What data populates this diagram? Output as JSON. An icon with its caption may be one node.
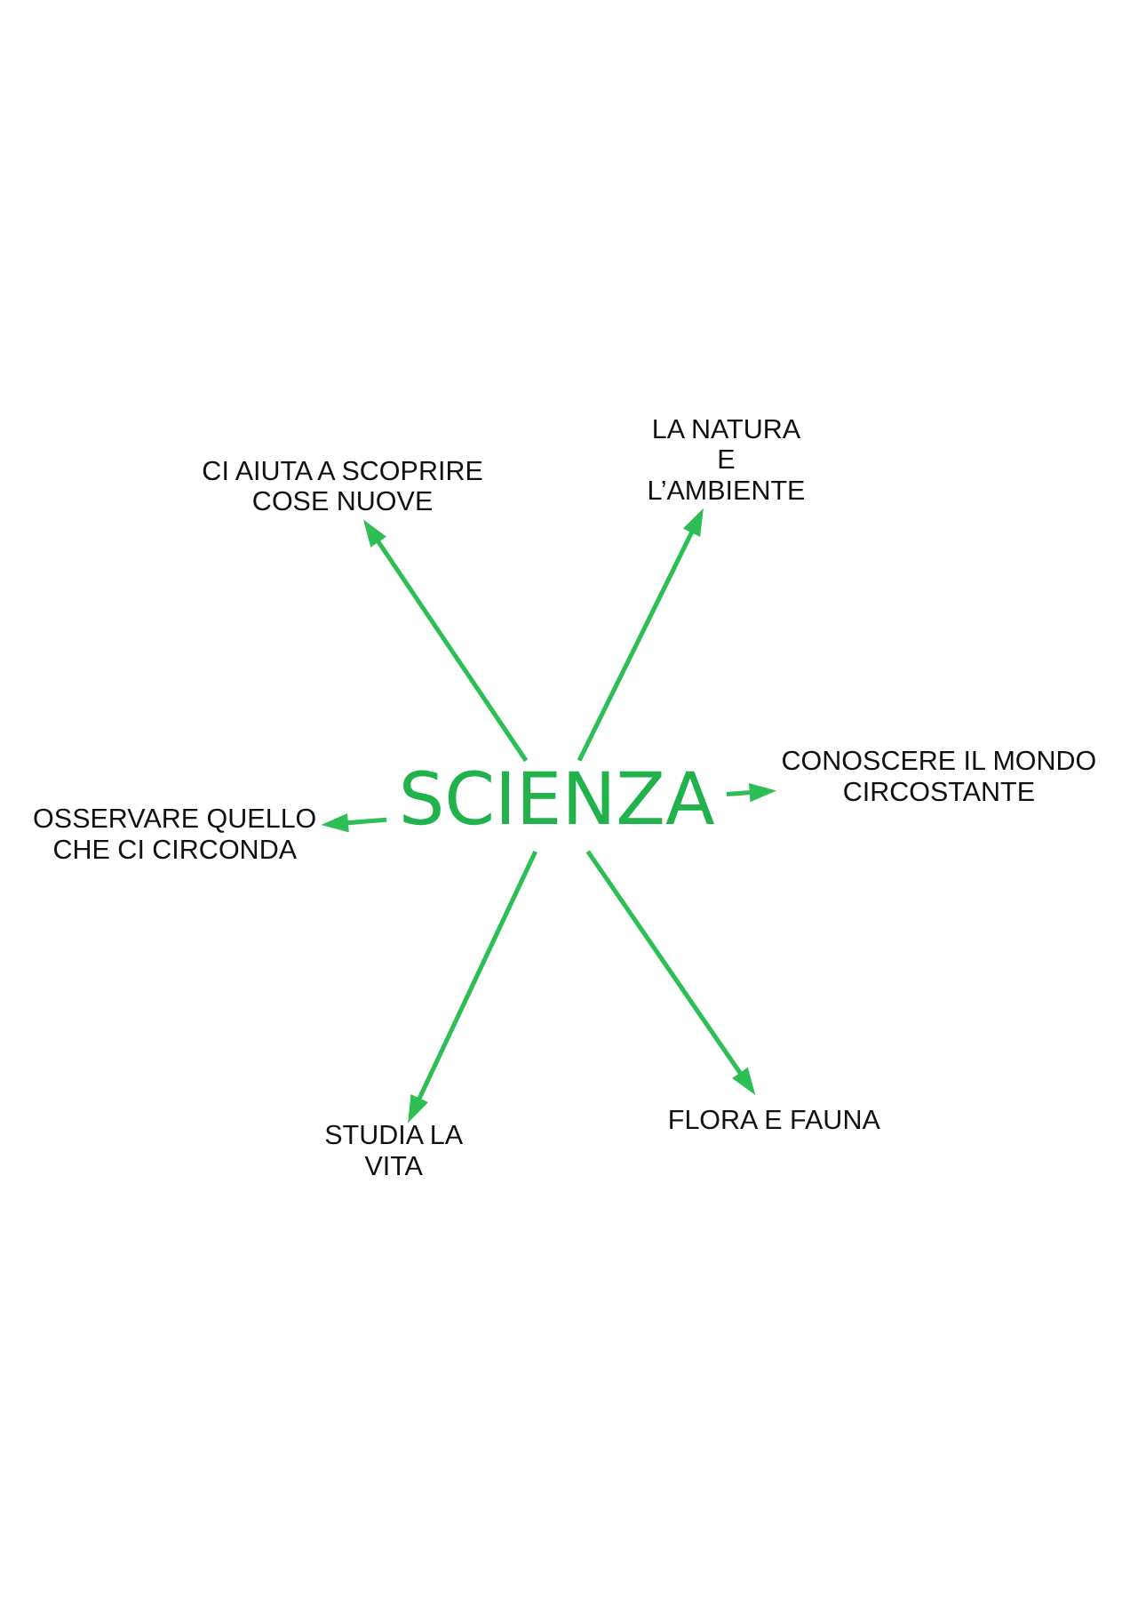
{
  "diagram": {
    "nodes": [
      {
        "text": [
          "CI AIUTA A SCOPRIRE COSE NUOVE"
        ]
      },
      {
        "text": [
          "LA NATURA E L’AMBIENTE"
        ]
      },
      {
        "text": [
          "OSSERVARE QUELLO CHE CI CIRCONDA"
        ]
      },
      {
        "text": [
          "SCIENZA"
        ]
      },
      {
        "text": [
          "CONOSCERE IL MONDO CIRCOSTANTE"
        ]
      },
      {
        "text": [
          "STUDIA LA VITA"
        ]
      },
      {
        "text": [
          "FLORA E FAUNA"
        ]
      }
    ],
    "edges": [
      {
        "from": 3,
        "to": 0,
        "arrow": "to"
      },
      {
        "from": 3,
        "to": 1,
        "arrow": "to"
      },
      {
        "from": 3,
        "to": 2,
        "arrow": "to"
      },
      {
        "from": 3,
        "to": 4,
        "arrow": "to"
      },
      {
        "from": 3,
        "to": 5,
        "arrow": "to"
      },
      {
        "from": 3,
        "to": 6,
        "arrow": "to"
      }
    ]
  }
}
